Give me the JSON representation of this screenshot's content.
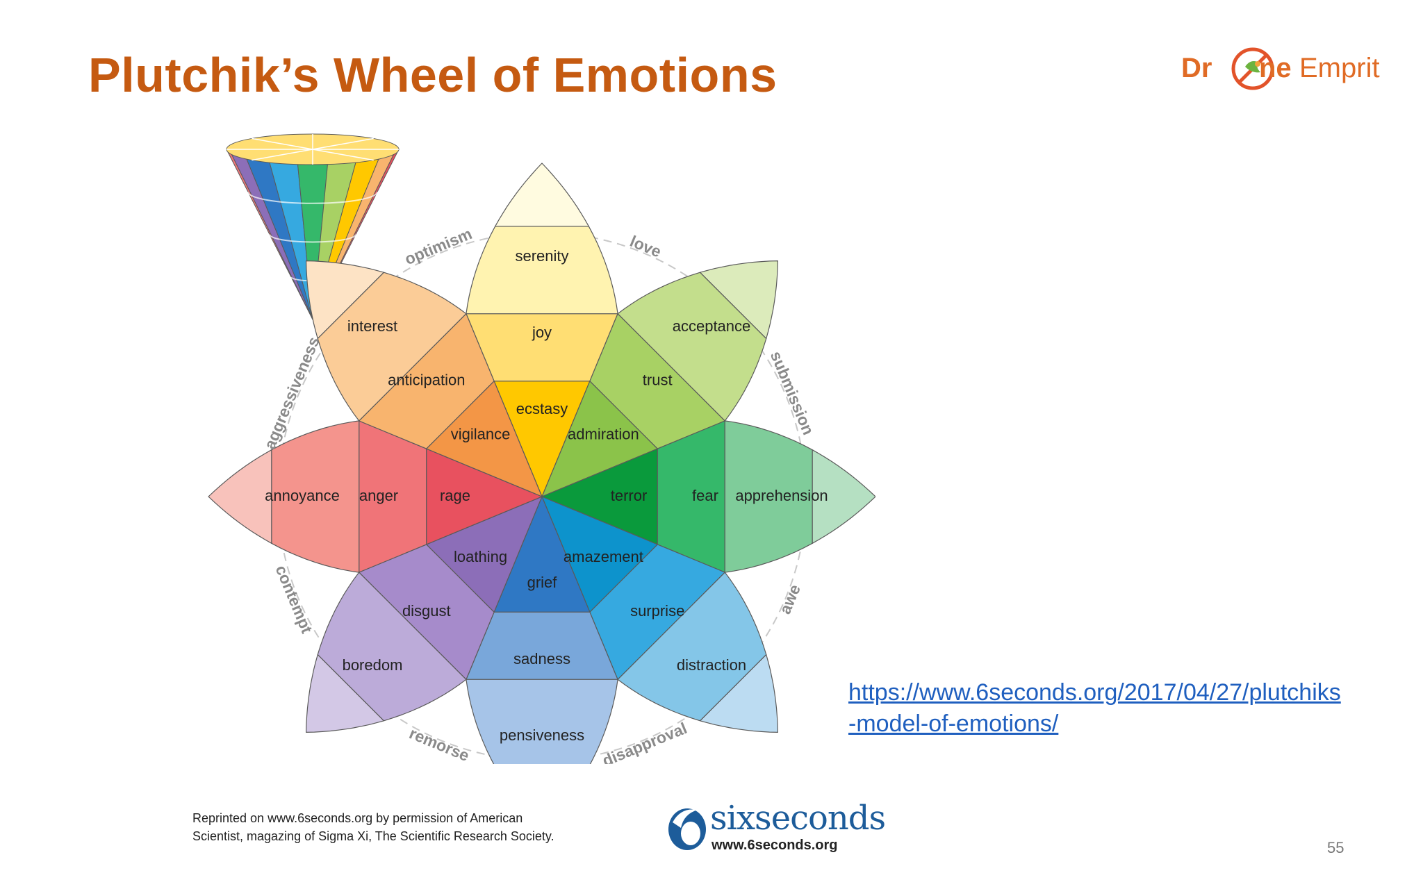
{
  "slide": {
    "title": "Plutchik’s Wheel of Emotions",
    "page_number": "55"
  },
  "logo": {
    "part1": "Dr",
    "part2": "ne",
    "part3": "Emprit"
  },
  "wheel": {
    "petals": [
      {
        "id": "joy",
        "inner": "ecstasy",
        "middle": "joy",
        "outer": "serenity",
        "colors": [
          "#ffc800",
          "#ffde73",
          "#fff3b0",
          "#fffbe0"
        ]
      },
      {
        "id": "trust",
        "inner": "admiration",
        "middle": "trust",
        "outer": "acceptance",
        "colors": [
          "#8bc34a",
          "#a8d164",
          "#c3de8c",
          "#dcebbb"
        ]
      },
      {
        "id": "fear",
        "inner": "terror",
        "middle": "fear",
        "outer": "apprehension",
        "colors": [
          "#0a9a3c",
          "#35b86a",
          "#7fcc9a",
          "#b5e0c2"
        ]
      },
      {
        "id": "surprise",
        "inner": "amazement",
        "middle": "surprise",
        "outer": "distraction",
        "colors": [
          "#0d93cc",
          "#36a9e0",
          "#84c6e8",
          "#bcdcf2"
        ]
      },
      {
        "id": "sadness",
        "inner": "grief",
        "middle": "sadness",
        "outer": "pensiveness",
        "colors": [
          "#2f78c4",
          "#79a7da",
          "#a6c4e8",
          "#cbdcf2"
        ]
      },
      {
        "id": "disgust",
        "inner": "loathing",
        "middle": "disgust",
        "outer": "boredom",
        "colors": [
          "#8c6eb8",
          "#a68bcb",
          "#bcabd9",
          "#d3c8e6"
        ]
      },
      {
        "id": "anger",
        "inner": "rage",
        "middle": "anger",
        "outer": "annoyance",
        "colors": [
          "#e8515f",
          "#f07478",
          "#f4948d",
          "#f8c2bb"
        ]
      },
      {
        "id": "anticipation",
        "inner": "vigilance",
        "middle": "anticipation",
        "outer": "interest",
        "colors": [
          "#f39646",
          "#f8b46e",
          "#fbcc97",
          "#fde3c5"
        ]
      }
    ],
    "dyads": [
      "love",
      "submission",
      "awe",
      "disapproval",
      "remorse",
      "contempt",
      "aggressiveness",
      "optimism"
    ],
    "cone_colors": [
      "#f07478",
      "#8c6eb8",
      "#2f78c4",
      "#36a9e0",
      "#35b86a",
      "#a8d164",
      "#ffc800",
      "#f8b46e",
      "#e8515f"
    ],
    "outline_color": "#5a5a5a"
  },
  "reference": {
    "url_text": "https://www.6seconds.org/2017/04/27/plutchiks-model-of-emotions/"
  },
  "credit": {
    "line1": "Reprinted on www.6seconds.org by permission of American",
    "line2": "Scientist, magazing of Sigma Xi, The Scientific Research Society."
  },
  "six_seconds": {
    "name": "sixseconds",
    "url": "www.6seconds.org"
  }
}
